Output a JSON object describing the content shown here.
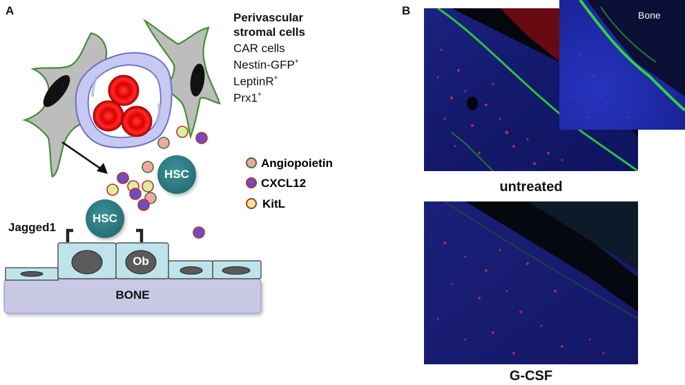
{
  "panel_a": {
    "letter": "A",
    "stromal_title_line1": "Perivascular",
    "stromal_title_line2": "stromal cells",
    "markers": [
      {
        "text": "CAR cells",
        "sup": ""
      },
      {
        "text": "Nestin-GFP",
        "sup": "+"
      },
      {
        "text": "LeptinR",
        "sup": "+"
      },
      {
        "text": "Prx1",
        "sup": "+"
      }
    ],
    "legend": [
      {
        "label": "Angiopoietin",
        "fill": "#f4a6a6",
        "stroke": "#2e7d32"
      },
      {
        "label": "CXCL12",
        "fill": "#6b4fbf",
        "stroke": "#c62828"
      },
      {
        "label": "KitL",
        "fill": "#d6f0a0",
        "stroke": "#c62828"
      }
    ],
    "hsc_label": "HSC",
    "ob_label": "Ob",
    "jagged_label": "Jagged1",
    "bone_label": "BONE"
  },
  "panel_b": {
    "letter": "B",
    "inset_label": "Bone",
    "caption_top": "untreated",
    "caption_bottom": "G-CSF"
  },
  "colors": {
    "hsc": "#2f7f86",
    "bone_fill": "#c9c9e6",
    "osteo_fill": "#bfe3ea",
    "stromal_fill": "#bdbdbd",
    "stromal_edge": "#3f8f2f",
    "vessel_fill": "#c7c9f2",
    "rbc": "#e00000"
  }
}
